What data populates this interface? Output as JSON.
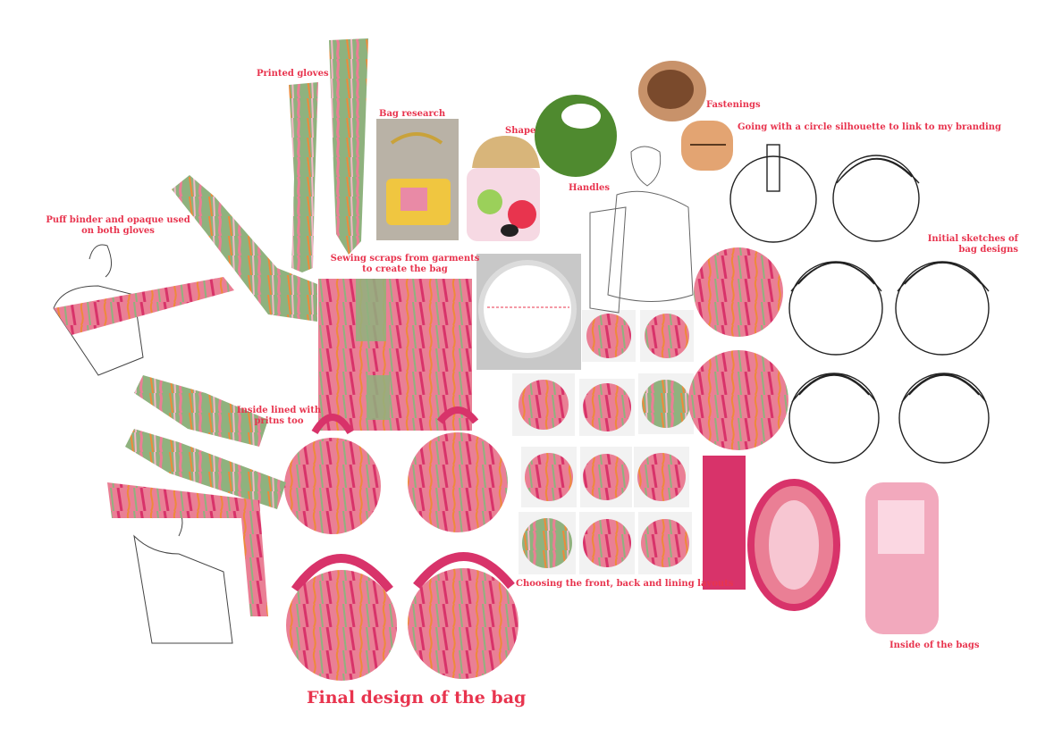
{
  "colors": {
    "label_red": "#e8344e",
    "pink": "#ea7f95",
    "hot_pink": "#d8336a",
    "green": "#8fb27e",
    "orange": "#ee8a3a",
    "tan": "#c8926a",
    "leather_green": "#4f8a2f",
    "sketch_line": "#222222"
  },
  "labels": {
    "printed_gloves": "Printed gloves",
    "bag_research": "Bag research",
    "shape": "Shape",
    "handles": "Handles",
    "fastenings": "Fastenings",
    "circle_silhouette": "Going with a circle silhouette to link to my branding",
    "puff_binder_1": "Puff binder and opaque used",
    "puff_binder_2": "on both gloves",
    "sewing_scraps_1": "Sewing scraps from garments",
    "sewing_scraps_2": "to create the bag",
    "initial_sketches_1": "Initial sketches of",
    "initial_sketches_2": "bag designs",
    "inside_lined_1": "Inside lined with",
    "inside_lined_2": "pritns too",
    "choosing_layouts": "Choosing the front, back and lining layouts",
    "inside_bags": "Inside of the bags",
    "final_design": "Final design of the bag"
  },
  "images": {
    "gloves_photo": "printed-gloves-photo",
    "arm_glove": "arm-glove-photo",
    "bag_research": "bag-research-photo",
    "shape_sketch": "shape-sketch",
    "handles_circle": "green-circle-handle-bag",
    "fastenings": "tan-circle-bag-zip",
    "scraps": "fabric-scraps-patchwork",
    "hoop": "embroidery-hoop",
    "final_bags": "final-bag-photos",
    "inside_bags": "inside-bag-photos",
    "layout_grid": "layout-test-grid"
  }
}
